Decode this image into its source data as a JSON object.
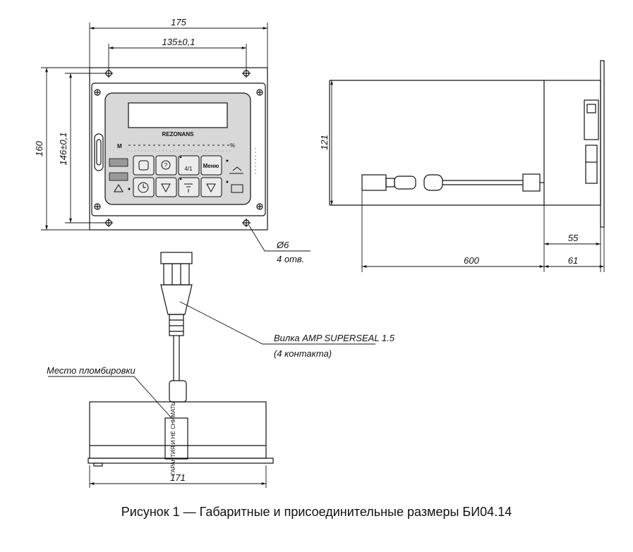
{
  "dimensions": {
    "width_total": "175",
    "hole_spacing": "135±0,1",
    "height_total": "160",
    "height_holes": "146±0,1",
    "hole_diameter": "Ø6",
    "hole_count": "4 отв.",
    "side_height": "121",
    "cable_length": "600",
    "depth_body": "55",
    "depth_total": "61",
    "bottom_width": "171"
  },
  "labels": {
    "plug": "Вилка AMP SUPERSEAL 1.5",
    "plug_contacts": "(4 контакта)",
    "seal_place": "Место пломбировки",
    "seal_sticker": "ГАРАНТИЯ И НЕ СНИМАТЬ"
  },
  "panel": {
    "brand": "REZONANS",
    "scale_unit": "%",
    "button_menu": "Меню",
    "button_41": "4/1"
  },
  "caption": "Рисунок 1 — Габаритные и присоединительные размеры БИ04.14"
}
